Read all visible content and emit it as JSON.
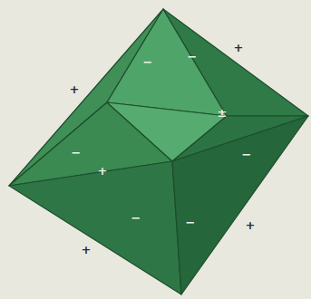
{
  "diagram": {
    "labels": [
      "+",
      "−",
      "−",
      "+",
      "±",
      "−",
      "−",
      "+",
      "−",
      "−",
      "+",
      "+"
    ]
  }
}
